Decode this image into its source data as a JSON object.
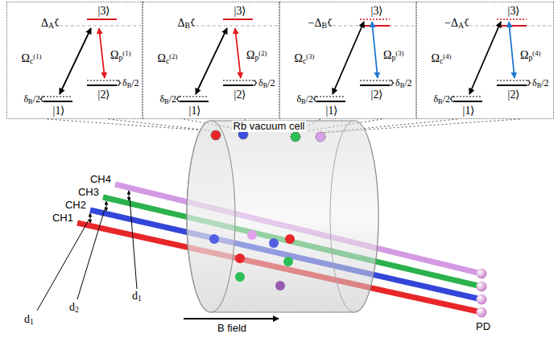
{
  "diagram": {
    "nodes": [
      {
        "text": [
          "ΔA",
          "|3⟩",
          "Ωc(1)",
          "Ωp(1)",
          "δB/2",
          "|1⟩",
          "δB/2",
          "|2⟩"
        ]
      },
      {
        "text": [
          "ΔB",
          "|3⟩",
          "Ωc(2)",
          "Ωp(2)",
          "δB/2",
          "|1⟩",
          "δB/2",
          "|2⟩"
        ]
      },
      {
        "text": [
          "−ΔB",
          "|3⟩",
          "Ωc(3)",
          "Ωp(3)",
          "δB/2",
          "|1⟩",
          "δB/2",
          "|2⟩"
        ]
      },
      {
        "text": [
          "−ΔA",
          "|3⟩",
          "Ωc(4)",
          "Ωp(4)",
          "δB/2",
          "|1⟩",
          "δB/2",
          "|2⟩"
        ]
      }
    ],
    "labels": [
      "Rb vacuum cell",
      "CH4",
      "CH3",
      "CH2",
      "CH1",
      "d1",
      "d2",
      "d1",
      "PD",
      "B field"
    ]
  }
}
